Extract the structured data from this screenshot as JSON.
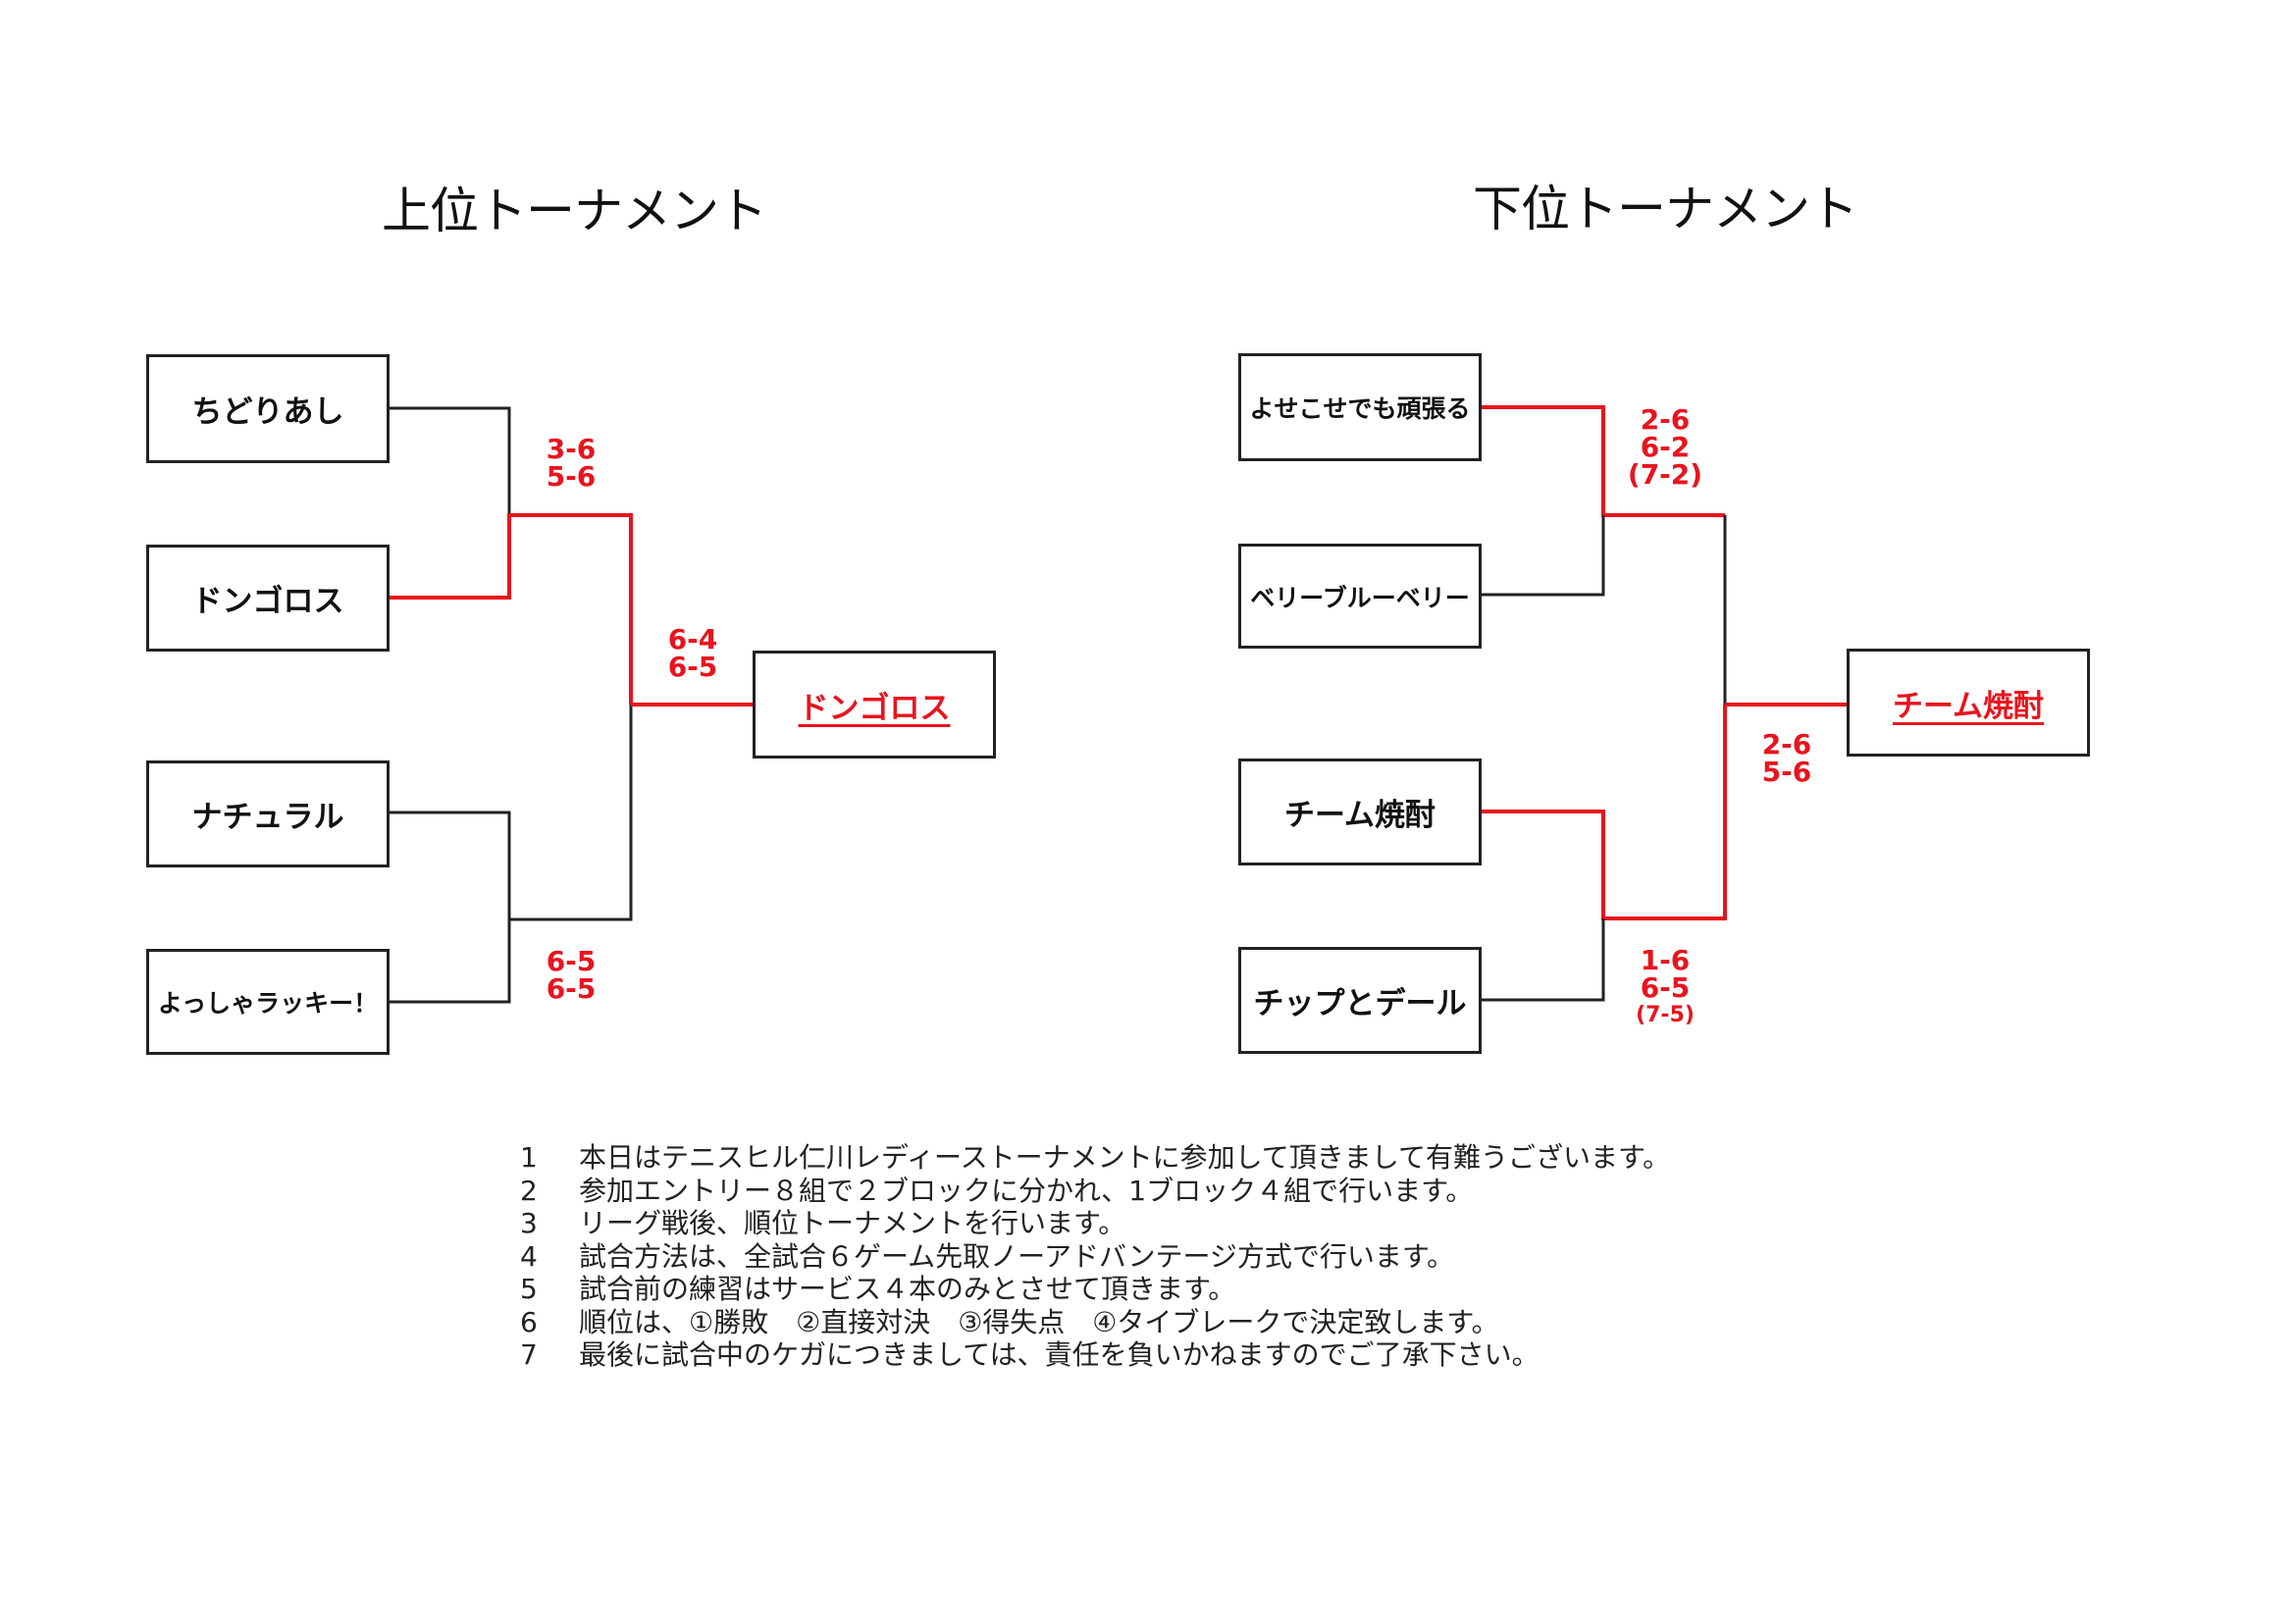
{
  "colors": {
    "winner_line": "#e8141e",
    "line": "#222222"
  },
  "upper": {
    "title": "上位トーナメント",
    "teams": [
      "ちどりあし",
      "ドンゴロス",
      "ナチュラル",
      "よっしゃラッキー！"
    ],
    "winner": "ドンゴロス",
    "scores": {
      "semi1": [
        "3-6",
        "5-6"
      ],
      "semi2": [
        "6-5",
        "6-5"
      ],
      "final": [
        "6-4",
        "6-5"
      ]
    }
  },
  "lower": {
    "title": "下位トーナメント",
    "teams": [
      "よせこせでも頑張る",
      "ベリーブルーベリー",
      "チーム焼酎",
      "チップとデール"
    ],
    "winner": "チーム焼酎",
    "scores": {
      "semi1": [
        "2-6",
        "6-2",
        "(7-2)"
      ],
      "semi2": [
        "1-6",
        "6-5",
        "(7-5)"
      ],
      "final": [
        "2-6",
        "5-6"
      ]
    }
  },
  "notes": [
    {
      "num": "1",
      "text": "本日はテニスヒル仁川レディーストーナメントに参加して頂きまして有難うございます。"
    },
    {
      "num": "2",
      "text": "参加エントリー８組で２ブロックに分かれ、1ブロック４組で行います。"
    },
    {
      "num": "3",
      "text": "リーグ戦後、順位トーナメントを行います。"
    },
    {
      "num": "4",
      "text": "試合方法は、全試合６ゲーム先取ノーアドバンテージ方式で行います。"
    },
    {
      "num": "5",
      "text": "試合前の練習はサービス４本のみとさせて頂きます。"
    },
    {
      "num": "6",
      "text": "順位は、①勝敗　②直接対決　③得失点　④タイブレークで決定致します。"
    },
    {
      "num": "7",
      "text": "最後に試合中のケガにつきましては、責任を負いかねますのでご了承下さい。"
    }
  ]
}
